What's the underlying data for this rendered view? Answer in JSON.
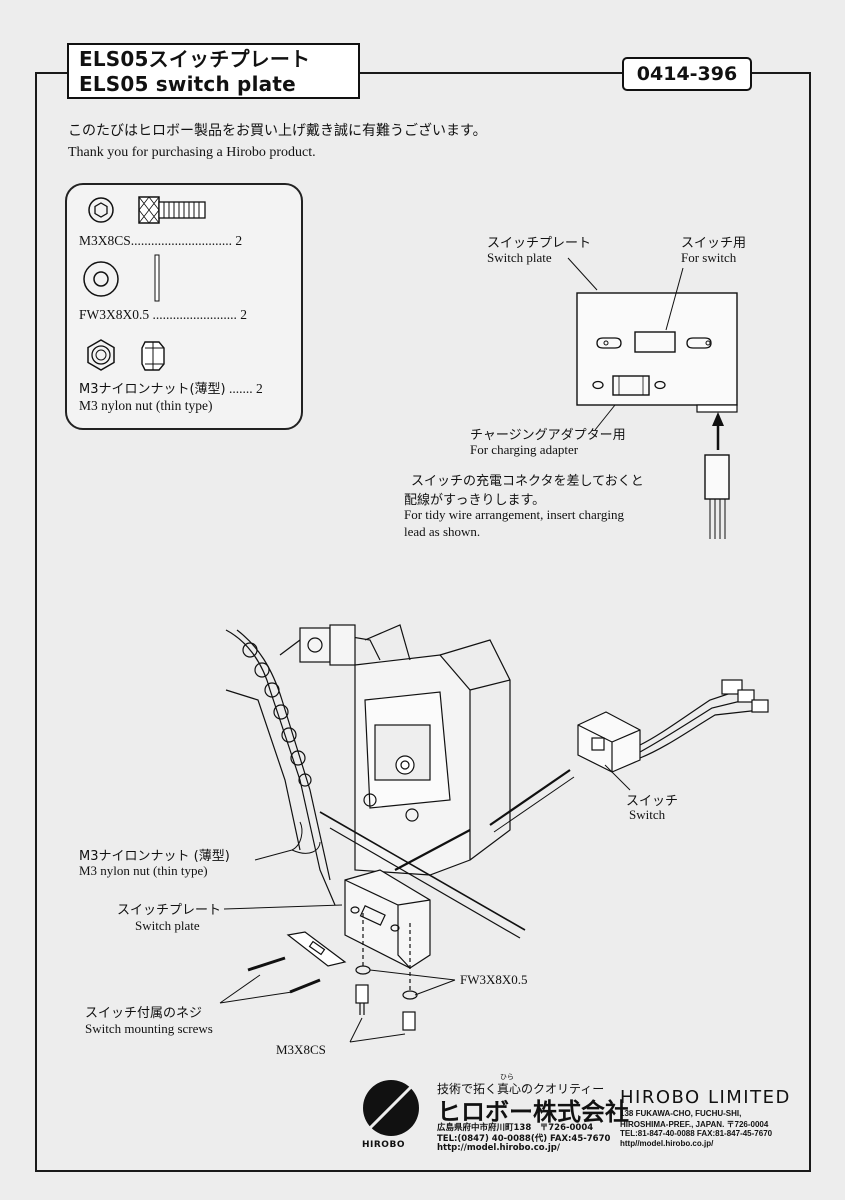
{
  "header": {
    "title_jp": "ELS05スイッチプレート",
    "title_en": "ELS05 switch plate",
    "part_number": "0414-396"
  },
  "intro": {
    "jp": "このたびはヒロボー製品をお買い上げ戴き誠に有難うございます。",
    "en": "Thank you for purchasing a Hirobo product."
  },
  "parts": [
    {
      "name": "M3X8CS",
      "qty": "2",
      "dots": "..............................",
      "desc_en": ""
    },
    {
      "name": "FW3X8X0.5",
      "qty": "2",
      "dots": ".........................",
      "desc_en": ""
    },
    {
      "name": "M3ナイロンナット(薄型)",
      "qty": "2",
      "dots": ".......",
      "desc_en": "M3 nylon nut (thin type)"
    }
  ],
  "detail": {
    "switch_plate_jp": "スイッチプレート",
    "switch_plate_en": "Switch plate",
    "for_switch_jp": "スイッチ用",
    "for_switch_en": "For switch",
    "charging_jp": "チャージングアダプター用",
    "charging_en": "For charging adapter",
    "note_jp_1": "スイッチの充電コネクタを差しておくと",
    "note_jp_2": "配線がすっきりします。",
    "note_en_1": "For tidy wire arrangement, insert charging",
    "note_en_2": "lead as shown."
  },
  "assembly": {
    "nut_jp": "M3ナイロンナット (薄型)",
    "nut_en": "M3 nylon nut (thin type)",
    "plate_jp": "スイッチプレート",
    "plate_en": "Switch plate",
    "switch_jp": "スイッチ",
    "switch_en": "Switch",
    "washer": "FW3X8X0.5",
    "screws_jp": "スイッチ付属のネジ",
    "screws_en": "Switch mounting screws",
    "cs": "M3X8CS"
  },
  "footer": {
    "slogan_ruby": "ひら",
    "slogan": "技術で拓く真心のクオリティー",
    "company_jp": "ヒロボー株式会社",
    "address_jp": "広島県府中市府川町138　〒726-0004",
    "tel_jp": "TEL:(0847) 40-0088(代) FAX:45-7670",
    "url": "http://model.hirobo.co.jp/",
    "logo_word": "HIROBO",
    "company_en": "HIROBO LIMITED",
    "addr_en_1": "138 FUKAWA-CHO, FUCHU-SHI,",
    "addr_en_2": "HIROSHIMA-PREF., JAPAN. 〒726-0004",
    "tel_en": "TEL:81-847-40-0088 FAX:81-847-45-7670",
    "url_en": "http//model.hirobo.co.jp/"
  }
}
